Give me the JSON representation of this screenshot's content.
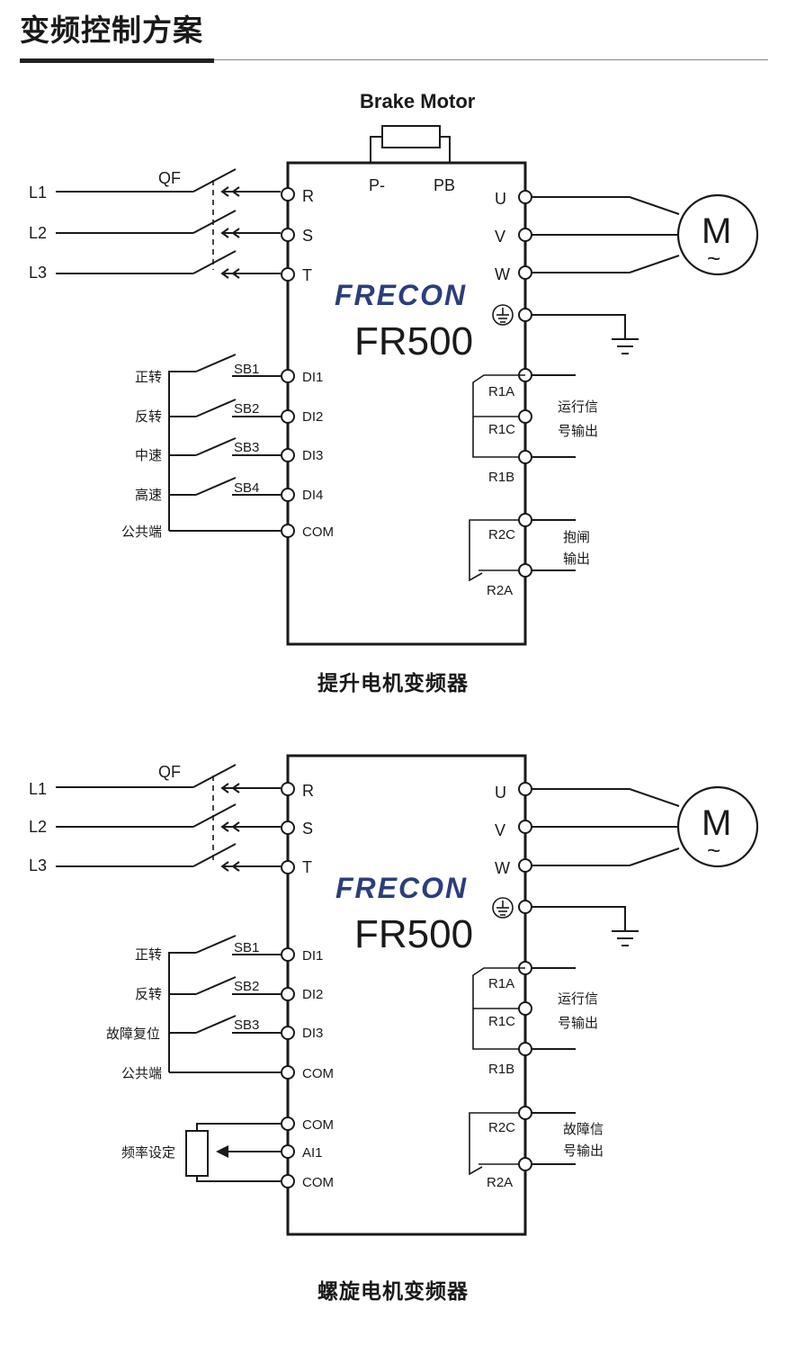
{
  "page": {
    "title": "变频控制方案"
  },
  "diagram1": {
    "caption": "提升电机变频器",
    "brake": "Brake Motor",
    "brand": "FRECON",
    "model": "FR500",
    "breaker": "QF",
    "motor": "M",
    "motor_sym": "~",
    "lines": [
      "L1",
      "L2",
      "L3"
    ],
    "inputs": [
      "R",
      "S",
      "T"
    ],
    "brake_terms": [
      "P-",
      "PB"
    ],
    "outputs": [
      "U",
      "V",
      "W"
    ],
    "switches": [
      "SB1",
      "SB2",
      "SB3",
      "SB4"
    ],
    "di": [
      "DI1",
      "DI2",
      "DI3",
      "DI4",
      "COM"
    ],
    "di_labels": [
      "正转",
      "反转",
      "中速",
      "高速",
      "公共端"
    ],
    "relay1": [
      "R1A",
      "R1C",
      "R1B"
    ],
    "relay1_label": [
      "运行信",
      "号输出"
    ],
    "relay2": [
      "R2C",
      "R2A"
    ],
    "relay2_label": [
      "抱闸",
      "输出"
    ]
  },
  "diagram2": {
    "caption": "螺旋电机变频器",
    "brand": "FRECON",
    "model": "FR500",
    "breaker": "QF",
    "motor": "M",
    "motor_sym": "~",
    "lines": [
      "L1",
      "L2",
      "L3"
    ],
    "inputs": [
      "R",
      "S",
      "T"
    ],
    "outputs": [
      "U",
      "V",
      "W"
    ],
    "switches": [
      "SB1",
      "SB2",
      "SB3"
    ],
    "di": [
      "DI1",
      "DI2",
      "DI3",
      "COM"
    ],
    "di_labels": [
      "正转",
      "反转",
      "故障复位",
      "公共端"
    ],
    "analog": [
      "COM",
      "AI1",
      "COM"
    ],
    "analog_label": "频率设定",
    "relay1": [
      "R1A",
      "R1C",
      "R1B"
    ],
    "relay1_label": [
      "运行信",
      "号输出"
    ],
    "relay2": [
      "R2C",
      "R2A"
    ],
    "relay2_label": [
      "故障信",
      "号输出"
    ]
  }
}
